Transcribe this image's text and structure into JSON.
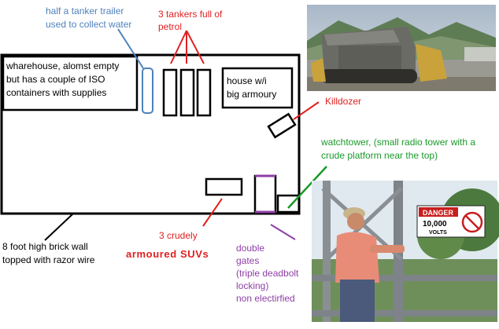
{
  "labels": {
    "water_trailer": [
      "half a tanker trailer",
      "used to collect water"
    ],
    "tankers": [
      "3 tankers full of",
      "petrol"
    ],
    "warehouse": [
      "wharehouse, alomst empty",
      "but has a couple of ISO",
      "containers with supplies"
    ],
    "house": [
      "house w/i",
      "big armoury"
    ],
    "killdozer": "Killdozer",
    "watchtower": [
      "watchtower, (small radio tower with a",
      "crude platform near the top)"
    ],
    "suvs_line1": "3 crudely",
    "suvs_line2": "armoured SUVs",
    "wall": [
      "8 foot high brick wall",
      "topped with razor wire"
    ],
    "gates": [
      "double",
      "gates",
      "(triple deadbolt",
      "locking)",
      "non electirfied"
    ],
    "sign_danger": "DANGER",
    "sign_volts_value": "10,000",
    "sign_volts_unit": "VOLTS"
  },
  "colors": {
    "water": "#4f81bd",
    "tankers": "#e02020",
    "killdozer": "#e02020",
    "watchtower": "#1a9a2a",
    "suvs": "#e02020",
    "gates": "#8e3fa6",
    "outline": "#000000"
  },
  "icons": {
    "photo_top": "armored-bulldozer-photo",
    "photo_bottom": "radio-tower-worker-photo"
  }
}
